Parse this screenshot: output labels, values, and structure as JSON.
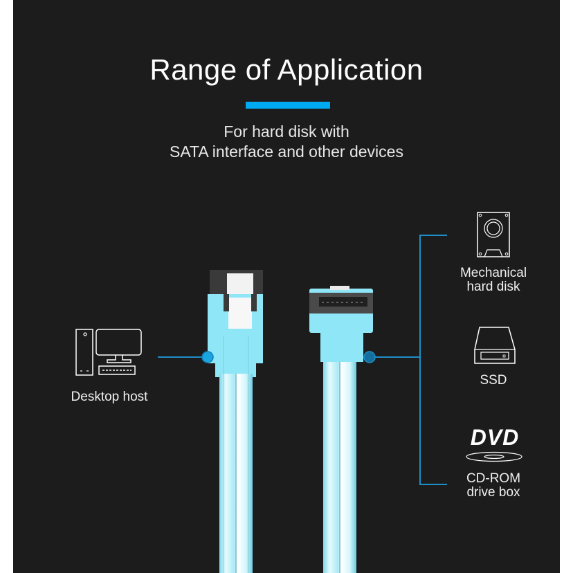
{
  "header": {
    "title": "Range of Application",
    "subtitle_line1": "For hard disk with",
    "subtitle_line2": "SATA interface and other devices"
  },
  "colors": {
    "background": "#1c1c1c",
    "accent": "#00aaf2",
    "connector_line": "#1e8fc8",
    "cable": "#8fe6f7",
    "text": "#ffffff"
  },
  "left_device": {
    "icon": "desktop-computer-icon",
    "label": "Desktop host"
  },
  "right_devices": [
    {
      "icon": "hard-disk-icon",
      "label_line1": "Mechanical",
      "label_line2": "hard disk"
    },
    {
      "icon": "ssd-icon",
      "label_line1": "SSD",
      "label_line2": ""
    },
    {
      "icon": "dvd-disc-icon",
      "logo_text": "DVD",
      "label_line1": "CD-ROM",
      "label_line2": "drive box"
    }
  ],
  "product": {
    "left_connector": "straight-sata-connector",
    "right_connector": "right-angle-sata-connector"
  }
}
